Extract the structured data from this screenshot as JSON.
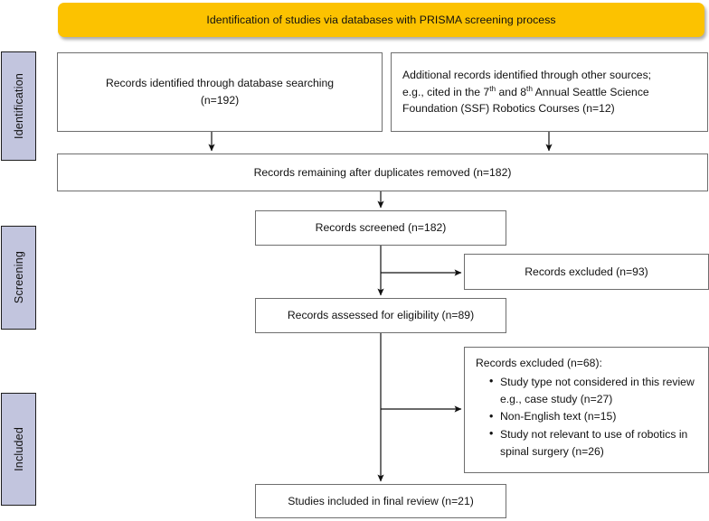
{
  "banner": {
    "title": "Identification of studies via databases with PRISMA screening process",
    "color": "#fcc200"
  },
  "stages": [
    {
      "name": "identification",
      "label": "Identification",
      "color": "#c2c5de"
    },
    {
      "name": "screening",
      "label": "Screening",
      "color": "#c2c5de"
    },
    {
      "name": "included",
      "label": "Included",
      "color": "#c2c5de"
    }
  ],
  "nodes": {
    "db_search": {
      "line1": "Records identified through database searching",
      "line2": "(n=192)",
      "count": 192
    },
    "other_sources": {
      "line1": "Additional records identified through other sources;",
      "line2_a": "e.g., cited in the 7",
      "line2_sup_a": "th",
      "line2_b": " and 8",
      "line2_sup_b": "th",
      "line2_c": " Annual Seattle Science",
      "line3": "Foundation (SSF) Robotics Courses (n=12)",
      "count": 12
    },
    "dedup": {
      "label": "Records remaining after duplicates removed (n=182)",
      "count": 182
    },
    "screened": {
      "label": "Records screened (n=182)",
      "count": 182
    },
    "excluded_screened": {
      "label": "Records excluded (n=93)",
      "count": 93
    },
    "eligibility": {
      "label": "Records assessed for eligibility (n=89)",
      "count": 89
    },
    "excluded_eligibility": {
      "title": "Records excluded (n=68):",
      "count": 68,
      "reasons": [
        {
          "text": "Study type not considered in this review e.g., case study (n=27)",
          "count": 27
        },
        {
          "text": "Non-English text (n=15)",
          "count": 15
        },
        {
          "text": "Study not relevant to use of robotics in spinal surgery (n=26)",
          "count": 26
        }
      ]
    },
    "final": {
      "label": "Studies included in final review (n=21)",
      "count": 21
    }
  },
  "chart_data": {
    "type": "diagram",
    "title": "Identification of studies via databases with PRISMA screening process",
    "flow": [
      {
        "stage": "Identification",
        "node": "Records identified through database searching",
        "n": 192
      },
      {
        "stage": "Identification",
        "node": "Additional records identified through other sources; e.g., cited in the 7th and 8th Annual Seattle Science Foundation (SSF) Robotics Courses",
        "n": 12
      },
      {
        "stage": "Identification",
        "node": "Records remaining after duplicates removed",
        "n": 182
      },
      {
        "stage": "Screening",
        "node": "Records screened",
        "n": 182
      },
      {
        "stage": "Screening",
        "node": "Records excluded",
        "n": 93
      },
      {
        "stage": "Screening",
        "node": "Records assessed for eligibility",
        "n": 89
      },
      {
        "stage": "Included",
        "node": "Records excluded",
        "n": 68
      },
      {
        "stage": "Included",
        "node": "Studies included in final review",
        "n": 21
      }
    ]
  }
}
